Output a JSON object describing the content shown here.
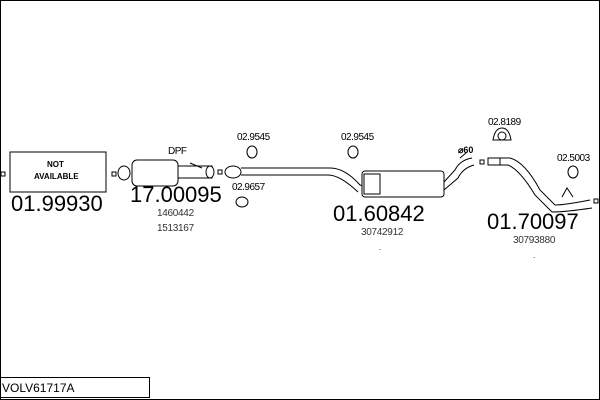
{
  "title_code": "VOLV61717A",
  "parts": [
    {
      "number": "01.99930",
      "note_line1": "NOT",
      "note_line2": "AVAILABLE"
    },
    {
      "number": "17.00095",
      "label": "DPF",
      "refs": [
        "1460442",
        "1513167"
      ]
    },
    {
      "number": "01.60842",
      "refs": [
        "30742912"
      ]
    },
    {
      "number": "01.70097",
      "refs": [
        "30793880"
      ]
    }
  ],
  "accessories": [
    "02.9545",
    "02.9657",
    "02.9545",
    "02.8189",
    "02.5003"
  ],
  "diameter_label": "⌀60"
}
